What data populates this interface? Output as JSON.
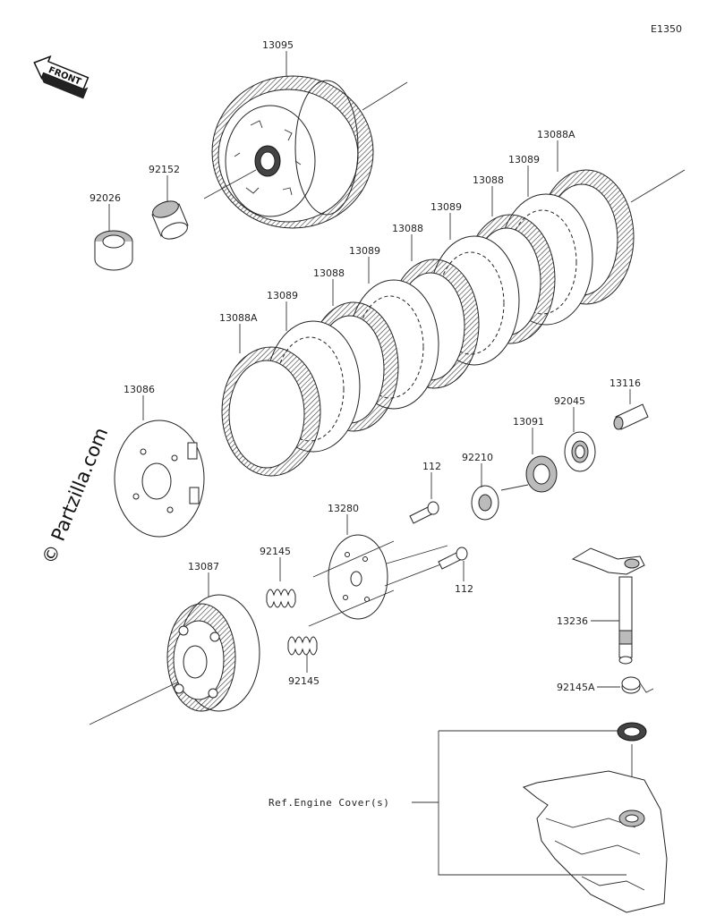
{
  "diagram": {
    "code": "E1350",
    "front_label": "FRONT",
    "watermark": "© Partzilla.com",
    "reference_note": "Ref.Engine Cover(s)",
    "parts": [
      {
        "id": "p-13095",
        "label": "13095"
      },
      {
        "id": "p-92152",
        "label": "92152"
      },
      {
        "id": "p-92026",
        "label": "92026"
      },
      {
        "id": "p-13088A-top",
        "label": "13088A"
      },
      {
        "id": "p-13089-a",
        "label": "13089"
      },
      {
        "id": "p-13088-a",
        "label": "13088"
      },
      {
        "id": "p-13089-b",
        "label": "13089"
      },
      {
        "id": "p-13088-b",
        "label": "13088"
      },
      {
        "id": "p-13089-c",
        "label": "13089"
      },
      {
        "id": "p-13088-c",
        "label": "13088"
      },
      {
        "id": "p-13089-d",
        "label": "13089"
      },
      {
        "id": "p-13088A-bottom",
        "label": "13088A"
      },
      {
        "id": "p-13086",
        "label": "13086"
      },
      {
        "id": "p-13116",
        "label": "13116"
      },
      {
        "id": "p-92045",
        "label": "92045"
      },
      {
        "id": "p-13091",
        "label": "13091"
      },
      {
        "id": "p-92210",
        "label": "92210"
      },
      {
        "id": "p-112-top",
        "label": "112"
      },
      {
        "id": "p-13280",
        "label": "13280"
      },
      {
        "id": "p-92145-top",
        "label": "92145"
      },
      {
        "id": "p-112-bottom",
        "label": "112"
      },
      {
        "id": "p-13087",
        "label": "13087"
      },
      {
        "id": "p-92145-bottom",
        "label": "92145"
      },
      {
        "id": "p-13236",
        "label": "13236"
      },
      {
        "id": "p-92145A",
        "label": "92145A"
      }
    ]
  }
}
